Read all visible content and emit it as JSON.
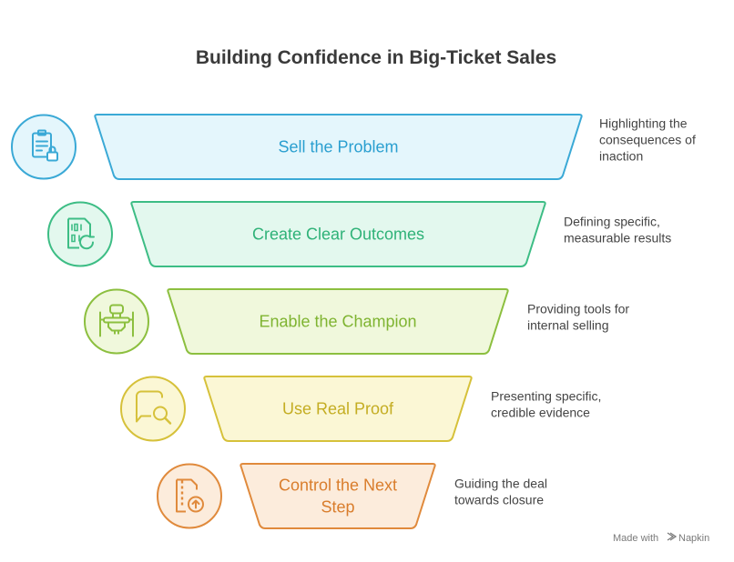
{
  "title": "Building Confidence in Big-Ticket Sales",
  "stages": [
    {
      "label_lines": [
        "Sell the Problem"
      ],
      "description_lines": [
        "Highlighting the",
        "consequences of",
        "inaction"
      ],
      "icon": "clipboard-lock-icon",
      "stroke": "#3aa9d6",
      "fill": "#e4f6fc",
      "text_color": "#2a9fd0"
    },
    {
      "label_lines": [
        "Create Clear Outcomes"
      ],
      "description_lines": [
        "Defining specific,",
        "measurable results"
      ],
      "icon": "binary-file-refresh-icon",
      "stroke": "#3dbd85",
      "fill": "#e3f8ee",
      "text_color": "#2fb278"
    },
    {
      "label_lines": [
        "Enable the Champion"
      ],
      "description_lines": [
        "Providing tools for",
        "internal selling"
      ],
      "icon": "seat-icon",
      "stroke": "#8cbf3f",
      "fill": "#f0f8dc",
      "text_color": "#7fb431"
    },
    {
      "label_lines": [
        "Use Real Proof"
      ],
      "description_lines": [
        "Presenting specific,",
        "credible evidence"
      ],
      "icon": "speech-bubble-search-icon",
      "stroke": "#d6c13a",
      "fill": "#fbf7d5",
      "text_color": "#c4ad22"
    },
    {
      "label_lines": [
        "Control the Next",
        "Step"
      ],
      "description_lines": [
        "Guiding the deal",
        "towards closure"
      ],
      "icon": "zipper-file-upload-icon",
      "stroke": "#e08a3c",
      "fill": "#fcecdc",
      "text_color": "#d97d2c"
    }
  ],
  "footer": {
    "made_with": "Made with",
    "brand": "Napkin"
  }
}
